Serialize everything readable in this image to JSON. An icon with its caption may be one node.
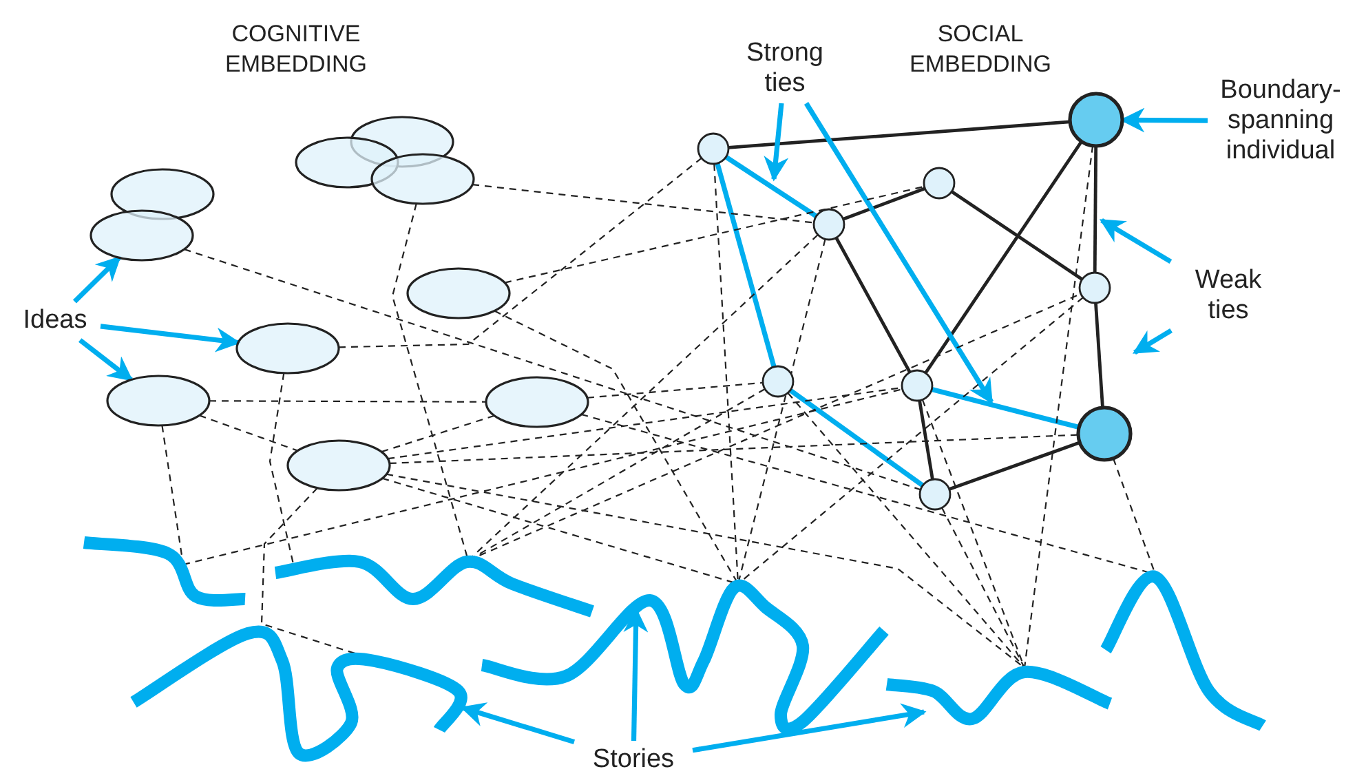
{
  "diagram": {
    "nodes": [
      {
        "text": [
          "Strong ties"
        ]
      },
      {
        "text": [
          "Boundary-spanning individual"
        ]
      },
      {
        "text": [],
        "shape": "ellipse"
      },
      {
        "text": [],
        "shape": "ellipse"
      },
      {
        "text": [],
        "shape": "ellipse"
      },
      {
        "text": [],
        "shape": "ellipse"
      },
      {
        "text": [],
        "shape": "ellipse"
      },
      {
        "text": [],
        "shape": "ellipse"
      },
      {
        "text": [
          "Ideas"
        ]
      },
      {
        "text": [],
        "shape": "ellipse"
      },
      {
        "text": [],
        "shape": "ellipse"
      },
      {
        "text": [],
        "shape": "ellipse"
      },
      {
        "text": [],
        "shape": "ellipse"
      },
      {
        "text": [],
        "shape": "circle"
      },
      {
        "text": [],
        "shape": "circle"
      },
      {
        "text": [],
        "shape": "circle"
      },
      {
        "text": [],
        "shape": "circle"
      },
      {
        "text": [],
        "shape": "circle"
      },
      {
        "text": [
          "Weak ties"
        ]
      },
      {
        "text": [],
        "shape": "circle"
      },
      {
        "text": [],
        "shape": "circle"
      },
      {
        "text": [],
        "shape": "circle"
      },
      {
        "text": [],
        "shape": "circle"
      },
      {
        "text": [],
        "shape": "wave"
      },
      {
        "text": [],
        "shape": "wave"
      },
      {
        "text": [],
        "shape": "wave"
      },
      {
        "text": [],
        "shape": "wave"
      },
      {
        "text": [],
        "shape": "wave"
      },
      {
        "text": [],
        "shape": "wave"
      },
      {
        "text": [
          "Stories"
        ]
      }
    ],
    "edges": [
      {
        "from": 14,
        "to": 13,
        "arrow": "none"
      },
      {
        "from": 16,
        "to": 15,
        "arrow": "none"
      },
      {
        "from": 16,
        "to": 20,
        "arrow": "none"
      },
      {
        "from": 15,
        "to": 17,
        "arrow": "none"
      },
      {
        "from": 20,
        "to": 13,
        "arrow": "none"
      },
      {
        "from": 13,
        "to": 17,
        "arrow": "none"
      },
      {
        "from": 17,
        "to": 21,
        "arrow": "none"
      },
      {
        "from": 20,
        "to": 22,
        "arrow": "none"
      },
      {
        "from": 22,
        "to": 21,
        "arrow": "none"
      },
      {
        "from": 14,
        "to": 16,
        "arrow": "none",
        "style": "thick",
        "color": "#00aeef"
      },
      {
        "from": 14,
        "to": 19,
        "arrow": "none",
        "style": "thick",
        "color": "#00aeef"
      },
      {
        "from": 19,
        "to": 22,
        "arrow": "none",
        "style": "thick",
        "color": "#00aeef"
      },
      {
        "from": 20,
        "to": 21,
        "arrow": "none",
        "style": "thick",
        "color": "#00aeef"
      },
      {
        "from": 8,
        "to": 6,
        "arrow": "to",
        "style": "thick",
        "color": "#00aeef"
      },
      {
        "from": 8,
        "to": 9,
        "arrow": "to",
        "style": "thick",
        "color": "#00aeef"
      },
      {
        "from": 8,
        "to": 10,
        "arrow": "to",
        "style": "thick",
        "color": "#00aeef"
      },
      {
        "from": 0,
        "to": null,
        "arrow": "to",
        "style": "thick",
        "color": "#00aeef"
      },
      {
        "from": 0,
        "to": null,
        "arrow": "to",
        "style": "thick",
        "color": "#00aeef"
      },
      {
        "from": 1,
        "to": 13,
        "arrow": "to",
        "style": "thick",
        "color": "#00aeef"
      },
      {
        "from": 18,
        "to": null,
        "arrow": "to",
        "style": "thick",
        "color": "#00aeef"
      },
      {
        "from": 18,
        "to": null,
        "arrow": "to",
        "style": "thick",
        "color": "#00aeef"
      },
      {
        "from": 29,
        "to": 25,
        "arrow": "to",
        "style": "thick",
        "color": "#00aeef"
      },
      {
        "from": 29,
        "to": 26,
        "arrow": "to",
        "style": "thick",
        "color": "#00aeef"
      },
      {
        "from": 29,
        "to": 27,
        "arrow": "to",
        "style": "thick",
        "color": "#00aeef"
      },
      {
        "from": 6,
        "to": 22,
        "arrow": "none",
        "style": "dashed"
      },
      {
        "from": 4,
        "to": 16,
        "arrow": "none",
        "style": "dashed"
      },
      {
        "from": 4,
        "to": 24,
        "arrow": "none",
        "style": "dashed"
      },
      {
        "from": 7,
        "to": 15,
        "arrow": "none",
        "style": "dashed"
      },
      {
        "from": 7,
        "to": 26,
        "arrow": "none",
        "style": "dashed"
      },
      {
        "from": 9,
        "to": 14,
        "arrow": "none",
        "style": "dashed"
      },
      {
        "from": 9,
        "to": 24,
        "arrow": "none",
        "style": "dashed"
      },
      {
        "from": 10,
        "to": 11,
        "arrow": "none",
        "style": "dashed"
      },
      {
        "from": 10,
        "to": 23,
        "arrow": "none",
        "style": "dashed"
      },
      {
        "from": 10,
        "to": 12,
        "arrow": "none",
        "style": "dashed"
      },
      {
        "from": 11,
        "to": 19,
        "arrow": "none",
        "style": "dashed"
      },
      {
        "from": 11,
        "to": 12,
        "arrow": "none",
        "style": "dashed"
      },
      {
        "from": 23,
        "to": 20,
        "arrow": "none",
        "style": "dashed"
      },
      {
        "from": 12,
        "to": 21,
        "arrow": "none",
        "style": "dashed"
      },
      {
        "from": 12,
        "to": 20,
        "arrow": "none",
        "style": "dashed"
      },
      {
        "from": 12,
        "to": 26,
        "arrow": "none",
        "style": "dashed"
      },
      {
        "from": 12,
        "to": 27,
        "arrow": "none",
        "style": "dashed"
      },
      {
        "from": 12,
        "to": 25,
        "arrow": "none",
        "style": "dashed"
      },
      {
        "from": 24,
        "to": 16,
        "arrow": "none",
        "style": "dashed"
      },
      {
        "from": 24,
        "to": 17,
        "arrow": "none",
        "style": "dashed"
      },
      {
        "from": 14,
        "to": 26,
        "arrow": "none",
        "style": "dashed"
      },
      {
        "from": 16,
        "to": 26,
        "arrow": "none",
        "style": "dashed"
      },
      {
        "from": 19,
        "to": 27,
        "arrow": "none",
        "style": "dashed"
      },
      {
        "from": 19,
        "to": 24,
        "arrow": "none",
        "style": "dashed"
      },
      {
        "from": 20,
        "to": 27,
        "arrow": "none",
        "style": "dashed"
      },
      {
        "from": 22,
        "to": 27,
        "arrow": "none",
        "style": "dashed"
      },
      {
        "from": 21,
        "to": 28,
        "arrow": "none",
        "style": "dashed"
      },
      {
        "from": 13,
        "to": 27,
        "arrow": "none",
        "style": "dashed"
      },
      {
        "from": 17,
        "to": 26,
        "arrow": "none",
        "style": "dashed"
      },
      {
        "from": 11,
        "to": 28,
        "arrow": "none",
        "style": "dashed"
      }
    ],
    "labels": [
      "COGNITIVE EMBEDDING",
      "SOCIAL EMBEDDING"
    ]
  }
}
